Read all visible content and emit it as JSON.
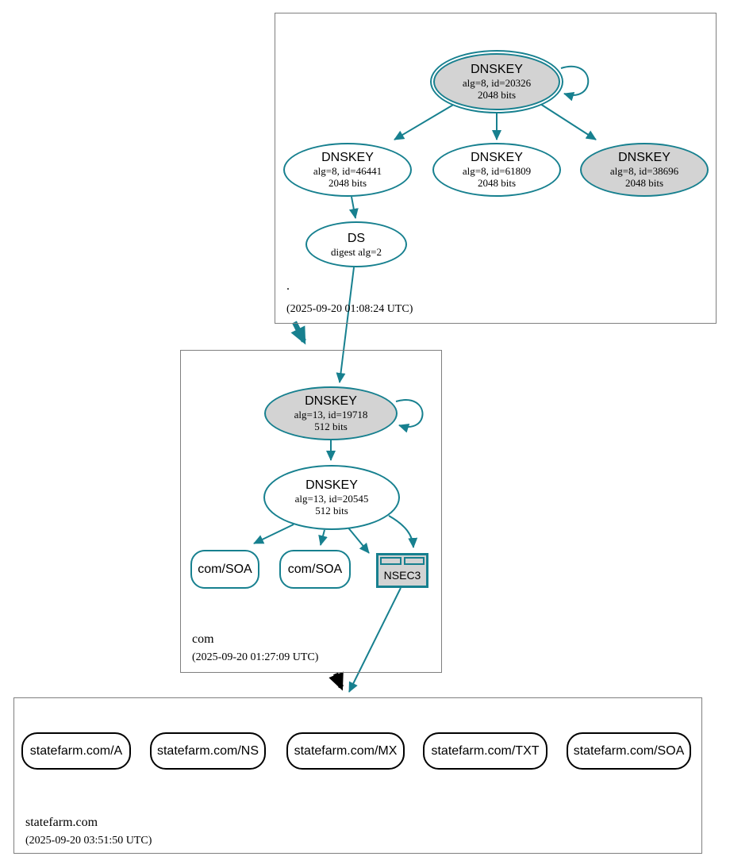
{
  "zones": {
    "root": {
      "name": ".",
      "timestamp": "(2025-09-20 01:08:24 UTC)",
      "nodes": {
        "ksk": {
          "title": "DNSKEY",
          "detail": "alg=8, id=20326",
          "bits": "2048 bits"
        },
        "zsk_46441": {
          "title": "DNSKEY",
          "detail": "alg=8, id=46441",
          "bits": "2048 bits"
        },
        "zsk_61809": {
          "title": "DNSKEY",
          "detail": "alg=8, id=61809",
          "bits": "2048 bits"
        },
        "zsk_38696": {
          "title": "DNSKEY",
          "detail": "alg=8, id=38696",
          "bits": "2048 bits"
        },
        "ds": {
          "title": "DS",
          "detail": "digest alg=2"
        }
      }
    },
    "com": {
      "name": "com",
      "timestamp": "(2025-09-20 01:27:09 UTC)",
      "nodes": {
        "ksk": {
          "title": "DNSKEY",
          "detail": "alg=13, id=19718",
          "bits": "512 bits"
        },
        "zsk": {
          "title": "DNSKEY",
          "detail": "alg=13, id=20545",
          "bits": "512 bits"
        },
        "soa1": {
          "label": "com/SOA"
        },
        "soa2": {
          "label": "com/SOA"
        },
        "nsec3": {
          "label": "NSEC3"
        }
      }
    },
    "statefarm": {
      "name": "statefarm.com",
      "timestamp": "(2025-09-20 03:51:50 UTC)",
      "rrsets": [
        {
          "label": "statefarm.com/A"
        },
        {
          "label": "statefarm.com/NS"
        },
        {
          "label": "statefarm.com/MX"
        },
        {
          "label": "statefarm.com/TXT"
        },
        {
          "label": "statefarm.com/SOA"
        }
      ]
    }
  },
  "colors": {
    "secure_edge": "#17808f",
    "node_fill_gray": "#d3d3d3",
    "zone_box_border": "#7f7f7f",
    "delegation_arrow_black": "#000000",
    "text": "#000000",
    "background": "#ffffff"
  }
}
